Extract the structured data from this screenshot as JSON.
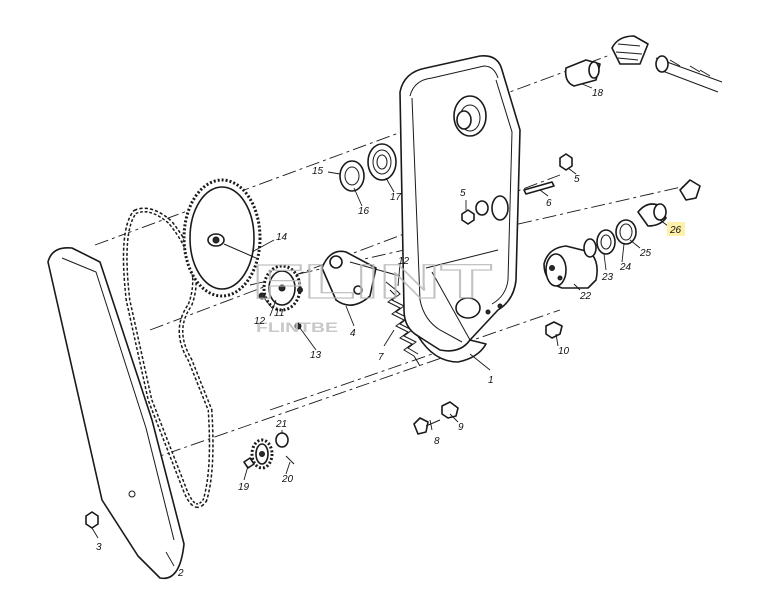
{
  "watermark": {
    "main": "FLINT",
    "sub": "FLINTBE"
  },
  "colors": {
    "highlight": "#fdf0a8",
    "ink": "#1a1a1a"
  },
  "callouts": {
    "c1": "1",
    "c2": "2",
    "c3": "3",
    "c4": "4",
    "c5a": "5",
    "c5b": "5",
    "c6": "6",
    "c7": "7",
    "c8": "8",
    "c9": "9",
    "c10": "10",
    "c11": "11",
    "c12a": "12",
    "c12b": "12",
    "c13": "13",
    "c14": "14",
    "c15": "15",
    "c16": "16",
    "c17": "17",
    "c18": "18",
    "c19": "19",
    "c20": "20",
    "c21": "21",
    "c22": "22",
    "c23": "23",
    "c24": "24",
    "c25": "25",
    "c26": "26"
  },
  "highlighted_callout": "26"
}
